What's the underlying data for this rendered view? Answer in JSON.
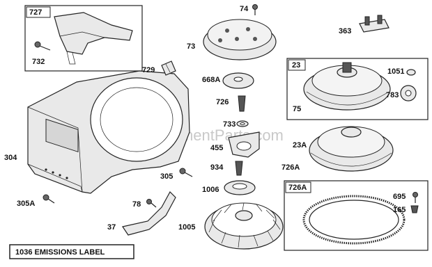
{
  "watermark": "eReplacementParts.com",
  "callouts": [
    {
      "id": "727",
      "text": "727"
    },
    {
      "id": "732",
      "text": "732"
    },
    {
      "id": "74",
      "text": "74"
    },
    {
      "id": "73",
      "text": "73"
    },
    {
      "id": "363",
      "text": "363"
    },
    {
      "id": "729",
      "text": "729"
    },
    {
      "id": "668A",
      "text": "668A"
    },
    {
      "id": "23",
      "text": "23"
    },
    {
      "id": "1051",
      "text": "1051"
    },
    {
      "id": "783",
      "text": "783"
    },
    {
      "id": "726",
      "text": "726"
    },
    {
      "id": "733",
      "text": "733"
    },
    {
      "id": "75",
      "text": "75"
    },
    {
      "id": "455",
      "text": "455"
    },
    {
      "id": "23A",
      "text": "23A"
    },
    {
      "id": "726A",
      "text": "726A"
    },
    {
      "id": "304",
      "text": "304"
    },
    {
      "id": "934",
      "text": "934"
    },
    {
      "id": "305",
      "text": "305"
    },
    {
      "id": "1006",
      "text": "1006"
    },
    {
      "id": "726A-box",
      "text": "726A"
    },
    {
      "id": "695",
      "text": "695"
    },
    {
      "id": "305A",
      "text": "305A"
    },
    {
      "id": "78",
      "text": "78"
    },
    {
      "id": "165",
      "text": "165"
    },
    {
      "id": "37",
      "text": "37"
    },
    {
      "id": "1005",
      "text": "1005"
    }
  ],
  "emissions_label": "1036 EMISSIONS LABEL"
}
